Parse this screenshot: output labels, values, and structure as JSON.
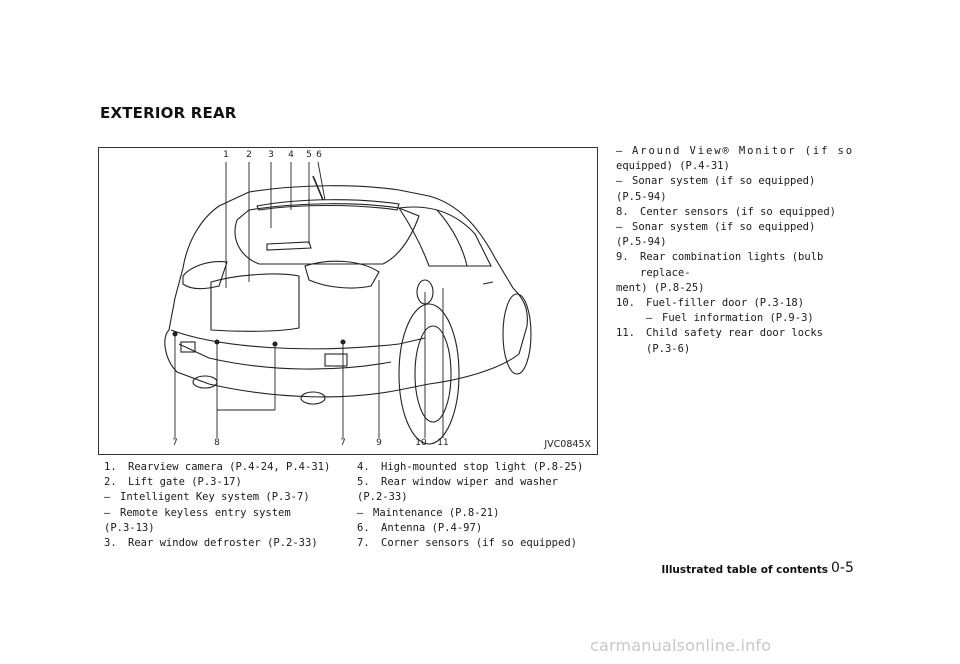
{
  "section_title": "EXTERIOR REAR",
  "figure": {
    "code": "JVC0845X",
    "callouts_top": [
      "1",
      "2",
      "3",
      "4",
      "5",
      "6"
    ],
    "callouts_bottom": [
      "7",
      "8",
      "7",
      "9",
      "10",
      "11"
    ]
  },
  "col1": [
    {
      "num": "1.",
      "text": "Rearview camera (P.4-24, P.4-31)"
    },
    {
      "num": "2.",
      "text": "Lift gate (P.3-17)",
      "subs": [
        "Intelligent Key system (P.3-7)",
        "Remote keyless entry system"
      ],
      "cont": "(P.3-13)"
    },
    {
      "num": "3.",
      "text": "Rear window defroster (P.2-33)"
    }
  ],
  "col2": [
    {
      "num": "4.",
      "text": "High-mounted stop light (P.8-25)"
    },
    {
      "num": "5.",
      "text": "Rear window wiper and washer",
      "cont": "(P.2-33)",
      "subs": [
        "Maintenance (P.8-21)"
      ]
    },
    {
      "num": "6.",
      "text": "Antenna (P.4-97)"
    },
    {
      "num": "7.",
      "text": "Corner sensors (if so equipped)"
    }
  ],
  "col3": {
    "cont_lines": [
      {
        "dash": "—",
        "text": "Around View® Monitor (if so"
      },
      {
        "text": "equipped) (P.4-31)"
      },
      {
        "dash": "—",
        "text": "Sonar system (if so equipped)"
      },
      {
        "text": "(P.5-94)"
      }
    ],
    "items": [
      {
        "num": "8.",
        "text": "Center sensors (if so equipped)",
        "subs": [
          "Sonar system (if so equipped)"
        ],
        "cont": "(P.5-94)"
      },
      {
        "num": "9.",
        "text": "Rear combination lights (bulb replace-",
        "cont2": "ment) (P.8-25)"
      },
      {
        "num": "10.",
        "text": "Fuel-filler door (P.3-18)",
        "subs": [
          "Fuel information (P.9-3)"
        ]
      },
      {
        "num": "11.",
        "text": "Child safety rear door locks (P.3-6)"
      }
    ]
  },
  "dash_symbol": "—",
  "footer": {
    "label": "Illustrated table of contents",
    "page": "0-5"
  },
  "watermark": "carmanualsonline.info"
}
